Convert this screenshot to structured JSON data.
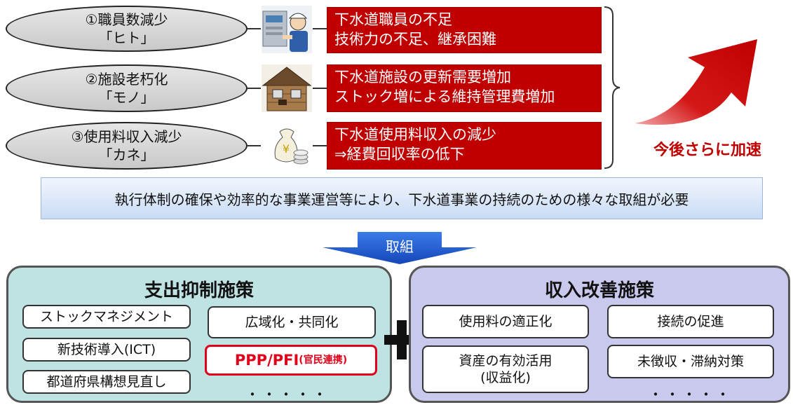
{
  "issues": [
    {
      "line1": "①職員数減少",
      "line2": "「ヒト」",
      "box_line1": "下水道職員の不足",
      "box_line2": "技術力の不足、継承困難",
      "icon": "worker-icon"
    },
    {
      "line1": "②施設老朽化",
      "line2": "「モノ」",
      "box_line1": "下水道施設の更新需要増加",
      "box_line2": "ストック増による維持管理費増加",
      "icon": "old-house-icon"
    },
    {
      "line1": "③使用料収入減少",
      "line2": "「カネ」",
      "box_line1": "下水道使用料収入の減少",
      "box_line2": "⇒経費回収率の低下",
      "icon": "money-bag-icon"
    }
  ],
  "accelerate_label": "今後さらに加速",
  "banner_text": "執行体制の確保や効率的な事業運営等により、下水道事業の持続のための様々な取組が必要",
  "arrow_label": "取組",
  "plus_symbol": "+",
  "left_panel": {
    "title": "支出抑制施策",
    "items": [
      "ストックマネジメント",
      "新技術導入(ICT)",
      "都道府県構想見直し",
      "広域化・共同化"
    ],
    "highlight_main": "PPP/PFI",
    "highlight_sub": "(官民連携)",
    "more": "・・・・・"
  },
  "right_panel": {
    "title": "収入改善施策",
    "items": [
      "使用料の適正化",
      "接続の促進",
      "資産の有効活用",
      "(収益化)",
      "未徴収・滞納対策"
    ],
    "more": "・・・・・"
  },
  "colors": {
    "red": "#c00000",
    "left_bg": "#bfe3e3",
    "right_bg": "#c9c9ee",
    "arrow_blue": "#1f5fd6"
  }
}
